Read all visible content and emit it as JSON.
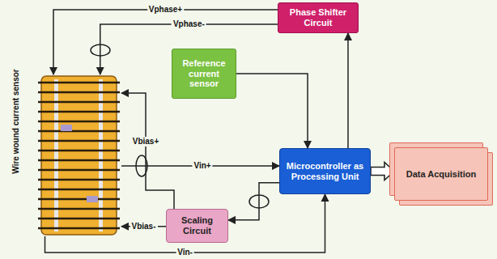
{
  "diagram": {
    "nodes": [
      {
        "text": [
          "Phase Shifter Circuit"
        ]
      },
      {
        "text": [
          "Wire wound current sensor"
        ]
      },
      {
        "text": [
          "Reference current sensor"
        ]
      },
      {
        "text": [
          "Microcontroller as Processing Unit"
        ]
      },
      {
        "text": [
          "Data Acquisition"
        ]
      },
      {
        "text": [
          "Scaling Circuit"
        ]
      }
    ],
    "edges": [
      {
        "from": 0,
        "to": 1,
        "label": "Vphase+",
        "arrow": "to"
      },
      {
        "from": 0,
        "to": 1,
        "label": "Vphase-",
        "arrow": "to"
      },
      {
        "from": 3,
        "to": 0,
        "arrow": "to"
      },
      {
        "from": 2,
        "to": 3,
        "arrow": "to"
      },
      {
        "from": 1,
        "to": 3,
        "label": "Vin+",
        "arrow": "to"
      },
      {
        "from": 1,
        "to": 3,
        "label": "Vin-",
        "arrow": "to"
      },
      {
        "from": 3,
        "to": 5,
        "arrow": "to"
      },
      {
        "from": 5,
        "to": 1,
        "label": "Vbias-",
        "arrow": "to"
      },
      {
        "from": 5,
        "to": 1,
        "label": "Vbias+",
        "arrow": "to"
      },
      {
        "from": 3,
        "to": 4,
        "arrow": "to"
      }
    ]
  }
}
